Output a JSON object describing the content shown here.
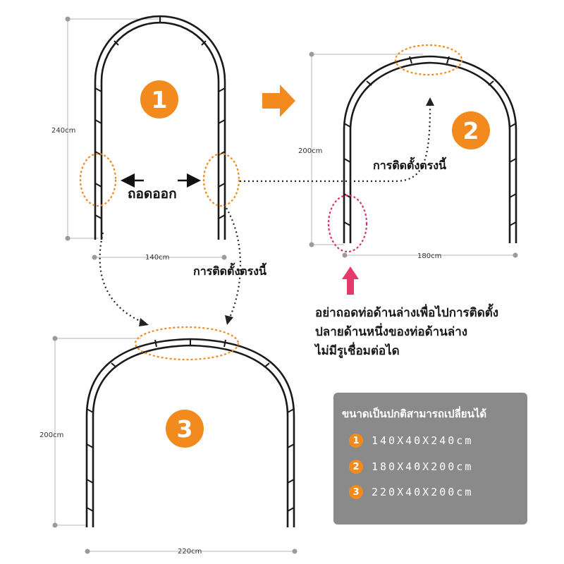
{
  "arch1": {
    "badge": "1",
    "height_label": "240cm",
    "width_label": "140cm",
    "remove_label": "ถอดออก",
    "install_label": "การติดตั้งตรงนี้"
  },
  "arch2": {
    "badge": "2",
    "height_label": "200cm",
    "width_label": "180cm",
    "install_label": "การติดตั้งตรงนี้"
  },
  "arch3": {
    "badge": "3",
    "height_label": "200cm",
    "width_label": "220cm"
  },
  "warning": {
    "line1": "อย่าถอดท่อด้านล่างเพื่อไปการติดตั้ง",
    "line2": "ปลายด้านหนึ่งของท่อด้านล่าง",
    "line3": "ไม่มีรูเชื่อมต่อได"
  },
  "sizes_box": {
    "title": "ขนาดเป็นปกติสามารถเปลี่ยนได้",
    "items": [
      {
        "badge": "1",
        "text": "140X40X240cm"
      },
      {
        "badge": "2",
        "text": "180X40X200cm"
      },
      {
        "badge": "3",
        "text": "220X40X200cm"
      }
    ]
  },
  "colors": {
    "badge": "#f28a1e",
    "dotted_orange": "#f28a1e",
    "dotted_magenta": "#e0306a",
    "arrow_pink": "#e83a6a",
    "arch_stroke": "#1a1a1a",
    "dim_line": "#b5b5b5"
  }
}
